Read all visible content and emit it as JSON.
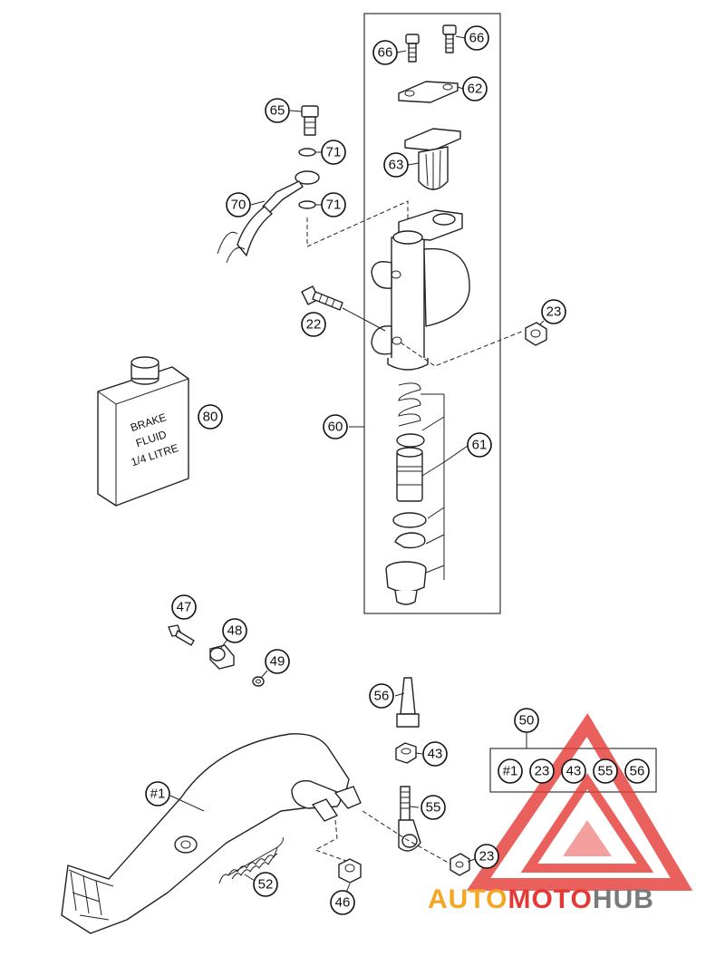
{
  "callouts": {
    "c66a": "66",
    "c66b": "66",
    "c62": "62",
    "c65": "65",
    "c71a": "71",
    "c63": "63",
    "c70": "70",
    "c71b": "71",
    "c22": "22",
    "c23a": "23",
    "c80": "80",
    "c60": "60",
    "c61": "61",
    "c47": "47",
    "c48": "48",
    "c49": "49",
    "c56": "56",
    "c43": "43",
    "c50": "50",
    "c1": "#1",
    "c55": "55",
    "c23b": "23",
    "c52": "52",
    "c46": "46"
  },
  "kit": {
    "items": [
      "#1",
      "23",
      "43",
      "55",
      "56"
    ]
  },
  "bottle": {
    "line1": "BRAKE",
    "line2": "FLUID",
    "line3": "1/4 LITRE"
  },
  "watermark": {
    "part1": "AUTO",
    "part2": "MOTO",
    "part3": "HUB"
  },
  "colors": {
    "watermark_red": "#e53935",
    "watermark_orange": "#f5a623",
    "watermark_grey": "#7a7a7a"
  }
}
